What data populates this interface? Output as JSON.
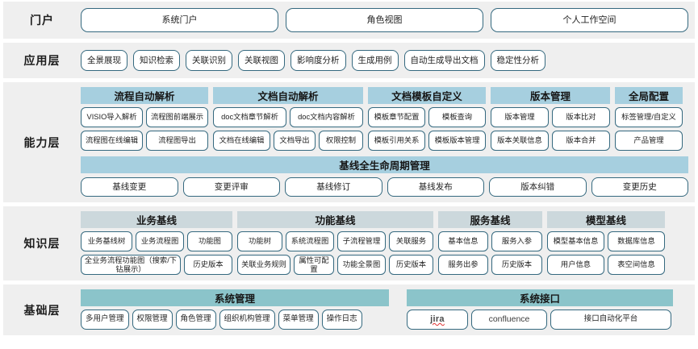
{
  "layers": [
    {
      "id": "portal",
      "label": "门户",
      "items": [
        "系统门户",
        "角色视图",
        "个人工作空间"
      ]
    },
    {
      "id": "application",
      "label": "应用层",
      "items": [
        "全景展现",
        "知识检索",
        "关联识别",
        "关联视图",
        "影响度分析",
        "生成用例",
        "自动生成导出文档",
        "稳定性分析"
      ]
    },
    {
      "id": "capability",
      "label": "能力层",
      "groups": [
        {
          "header": "流程自动解析",
          "rows": [
            [
              "VISIO导入解析",
              "流程图前端展示"
            ],
            [
              "流程图在线编辑",
              "流程图导出"
            ]
          ]
        },
        {
          "header": "文档自动解析",
          "rows": [
            [
              "doc文档章节解析",
              "doc文档内容解析"
            ],
            [
              "文档在线编辑",
              "文档导出",
              "权限控制"
            ]
          ]
        },
        {
          "header": "文档模板自定义",
          "rows": [
            [
              "模板章节配置",
              "模板查询"
            ],
            [
              "模板引用关系",
              "模板版本管理"
            ]
          ]
        },
        {
          "header": "版本管理",
          "rows": [
            [
              "版本管理",
              "版本比对"
            ],
            [
              "版本关联信息",
              "版本合并"
            ]
          ]
        },
        {
          "header": "全局配置",
          "rows": [
            [
              "标签管理/自定义"
            ],
            [
              "产品管理"
            ]
          ]
        }
      ],
      "lifecycle": {
        "header": "基线全生命周期管理",
        "items": [
          "基线变更",
          "变更评审",
          "基线修订",
          "基线发布",
          "版本纠错",
          "变更历史"
        ]
      }
    },
    {
      "id": "knowledge",
      "label": "知识层",
      "groups": [
        {
          "header": "业务基线",
          "rows": [
            [
              "业务基线树",
              "业务流程图",
              "功能图"
            ],
            [
              "全业务流程功能图（搜索/下钻展示）",
              "历史版本"
            ]
          ]
        },
        {
          "header": "功能基线",
          "rows": [
            [
              "功能树",
              "系统流程图",
              "子流程管理",
              "关联服务"
            ],
            [
              "关联业务规则",
              "属性可配置",
              "功能全景图",
              "历史版本"
            ]
          ]
        },
        {
          "header": "服务基线",
          "rows": [
            [
              "基本信息",
              "服务入参"
            ],
            [
              "服务出参",
              "历史版本"
            ]
          ]
        },
        {
          "header": "模型基线",
          "rows": [
            [
              "模型基本信息",
              "数据库信息"
            ],
            [
              "用户信息",
              "表空间信息"
            ]
          ]
        }
      ]
    },
    {
      "id": "base",
      "label": "基础层",
      "groups": [
        {
          "header": "系统管理",
          "rows": [
            [
              "多用户管理",
              "权限管理",
              "角色管理",
              "组织机构管理",
              "菜单管理",
              "操作日志"
            ]
          ]
        },
        {
          "header": "系统接口",
          "rows": [
            [
              "jira",
              "confluence",
              "接口自动化平台"
            ]
          ]
        }
      ]
    }
  ],
  "colors": {
    "band_bg": "#efefef",
    "header_blue": "#a6cfdf",
    "header_gray": "#ccd8dc",
    "header_teal": "#8bc4ca",
    "pill_border": "#35697f",
    "spellcheck_underline": "#e03030"
  }
}
